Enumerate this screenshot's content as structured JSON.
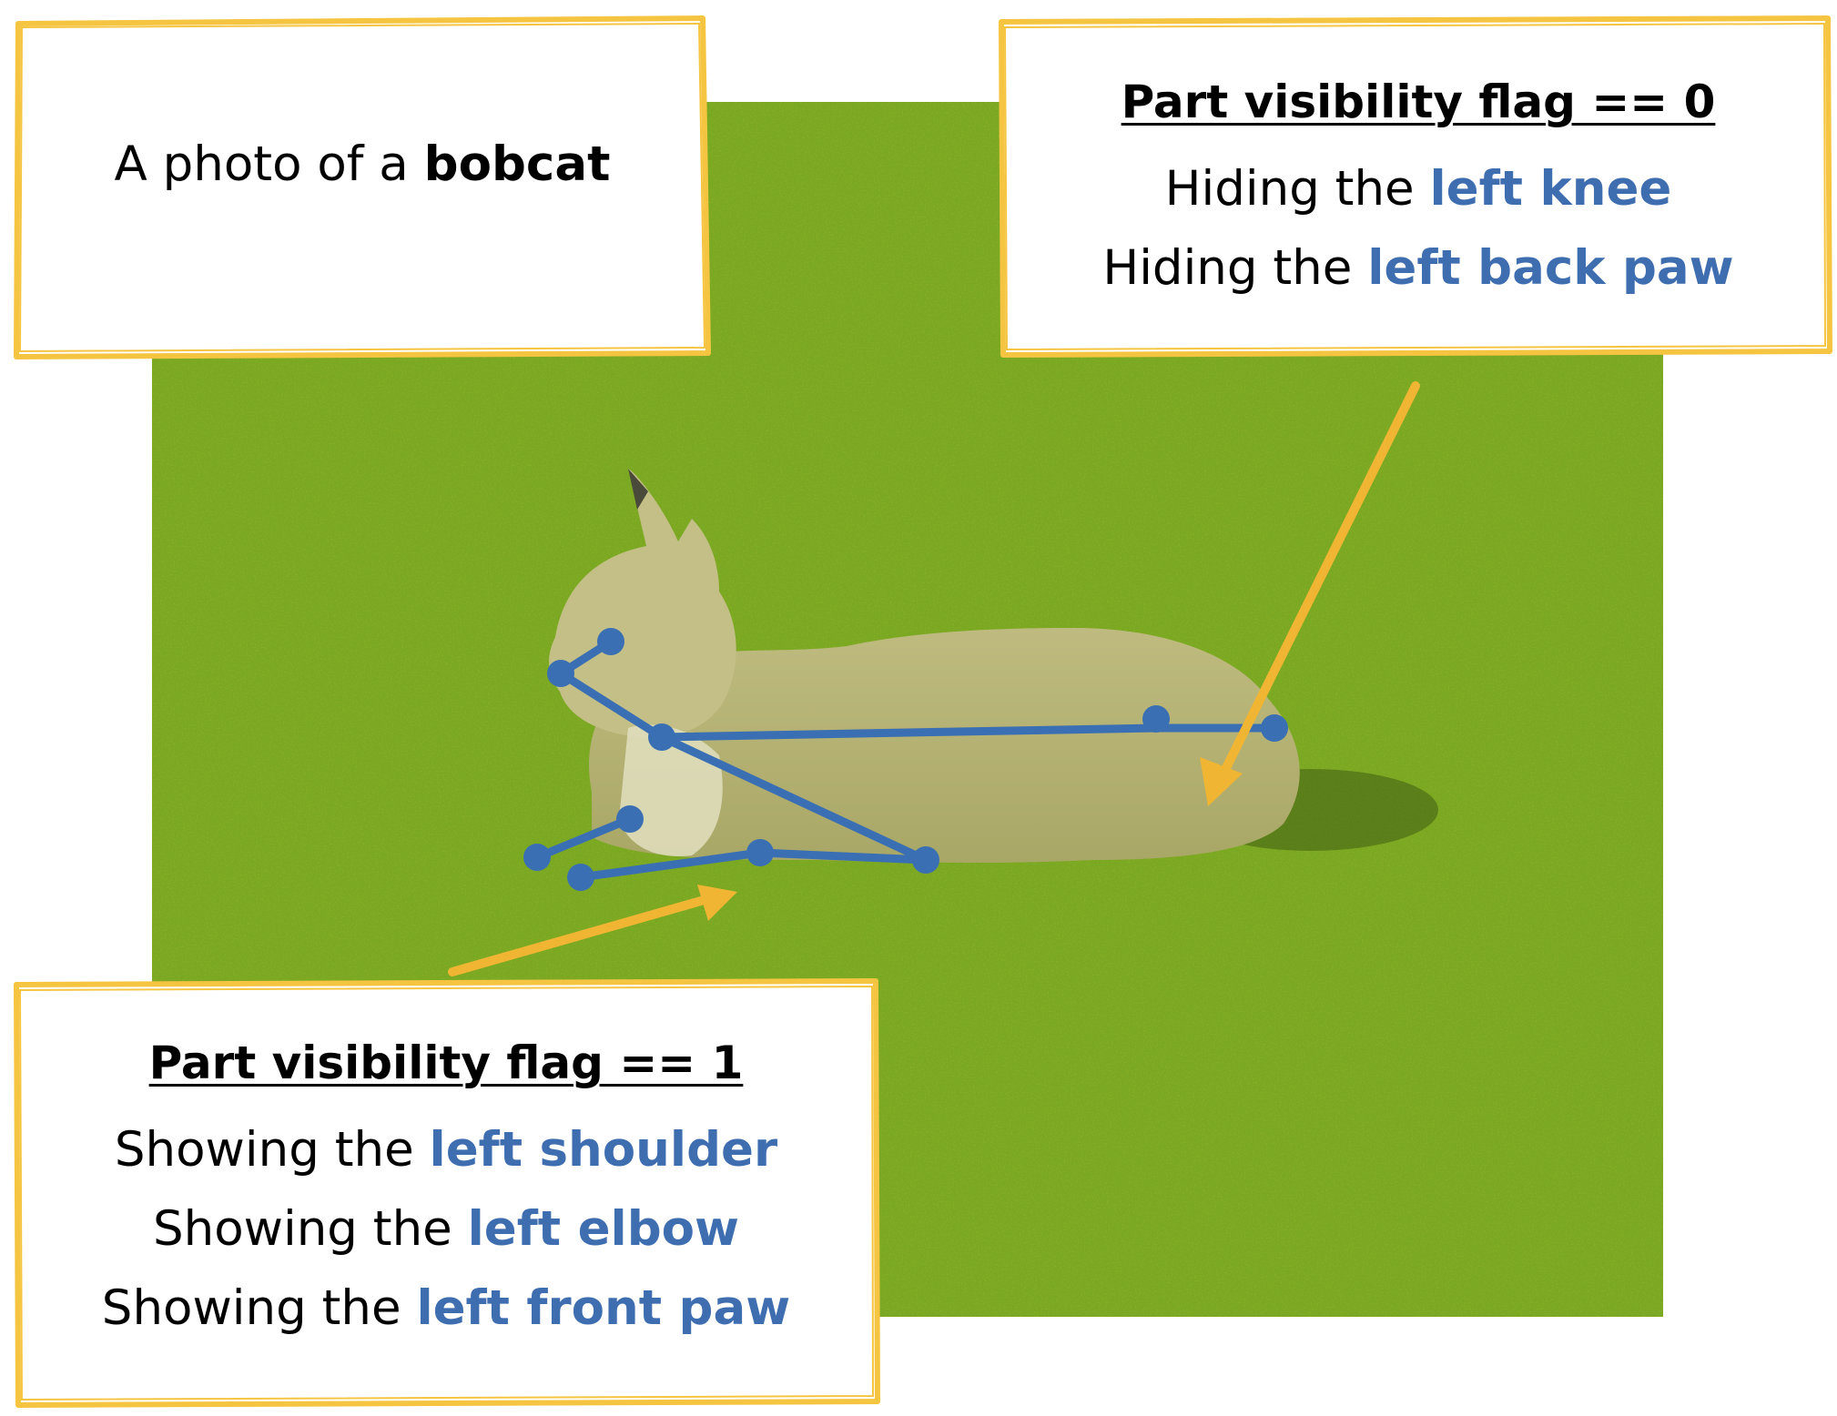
{
  "colors": {
    "frame": "#f5c542",
    "keypoint": "#3a6fb4",
    "arrow": "#f0b533",
    "highlight": "#3e6db0",
    "grass": "#7aa823",
    "bobcat": "#c9c58e"
  },
  "caption": {
    "prefix": "A photo of a ",
    "subject": "bobcat"
  },
  "hidden_panel": {
    "heading": "Part visibility flag == 0",
    "lines": [
      {
        "prefix": "Hiding the ",
        "part": "left knee"
      },
      {
        "prefix": "Hiding the ",
        "part": "left back paw"
      }
    ]
  },
  "visible_panel": {
    "heading": "Part visibility flag == 1",
    "lines": [
      {
        "prefix": "Showing the ",
        "part": "left shoulder"
      },
      {
        "prefix": "Showing the ",
        "part": "left elbow"
      },
      {
        "prefix": "Showing the ",
        "part": "left front paw"
      }
    ]
  }
}
